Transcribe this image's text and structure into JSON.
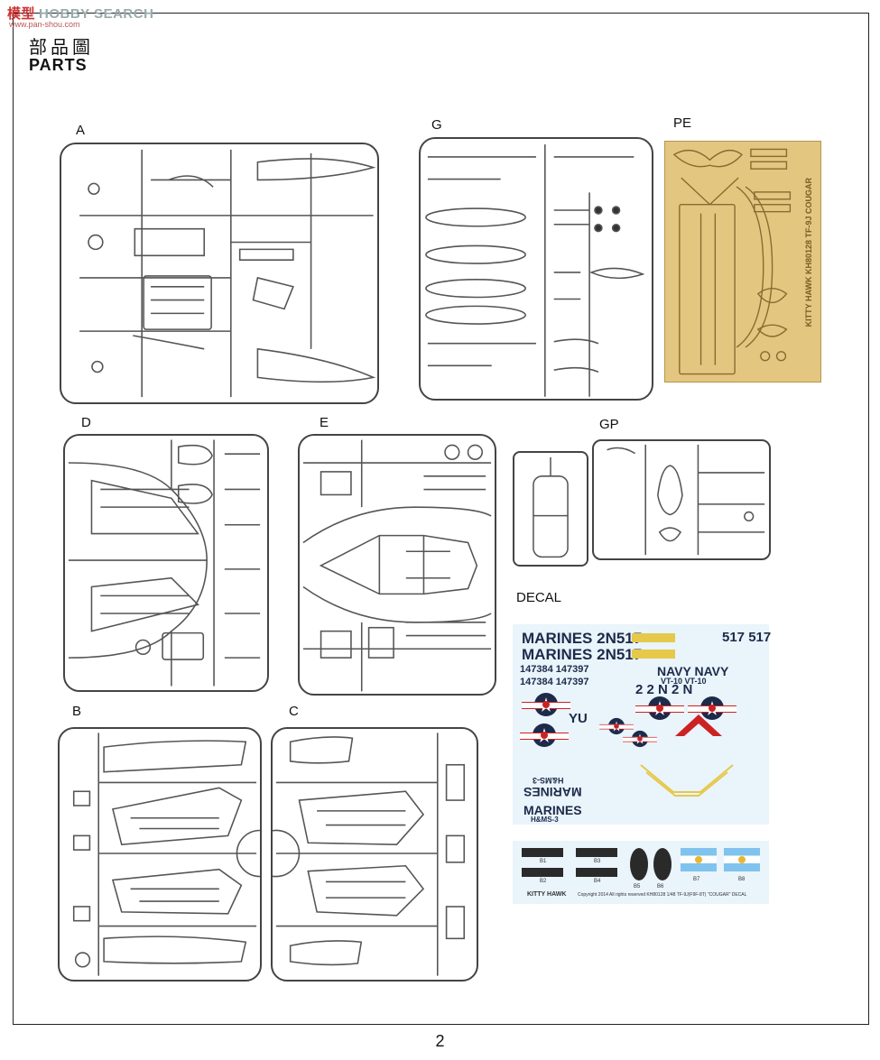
{
  "watermark": {
    "icon_text": "模型",
    "text": "HOBBY SEARCH",
    "url": "www.pan-shou.com"
  },
  "header": {
    "title_cn": "部品圖",
    "title_en": "PARTS"
  },
  "sprues": {
    "a": "A",
    "g": "G",
    "pe": "PE",
    "d": "D",
    "e": "E",
    "gp": "GP",
    "b": "B",
    "c": "C",
    "decal": "DECAL"
  },
  "pe_sheet": {
    "text": "KITTY HAWK KH80128 TF-9J COUGAR"
  },
  "decal_sheet": {
    "line1": "MARINES 2N517",
    "line1b": "517 517",
    "line2": "MARINES 2N517",
    "serials1": "147384 147397",
    "serials2": "147384 147397",
    "navy": "NAVY NAVY",
    "vt": "VT-10  VT-10",
    "codes": "2 2 N 2 N",
    "yu": "YU",
    "marines_upside": "MARINES",
    "hmms_upside": "H&MS-3",
    "marines_bottom": "MARINES",
    "hmms_bottom": "H&MS-3",
    "footer": "KITTY HAWK",
    "footer_copy": "Copyright 2014 All rights reserved   KH80128 1/48 TF-9J(F9F-8T) \"COUGAR\" DECAL",
    "numbers": [
      "B1",
      "B2",
      "B3",
      "B4",
      "B5",
      "B6",
      "B7",
      "B8"
    ]
  },
  "page": {
    "number": "2"
  }
}
